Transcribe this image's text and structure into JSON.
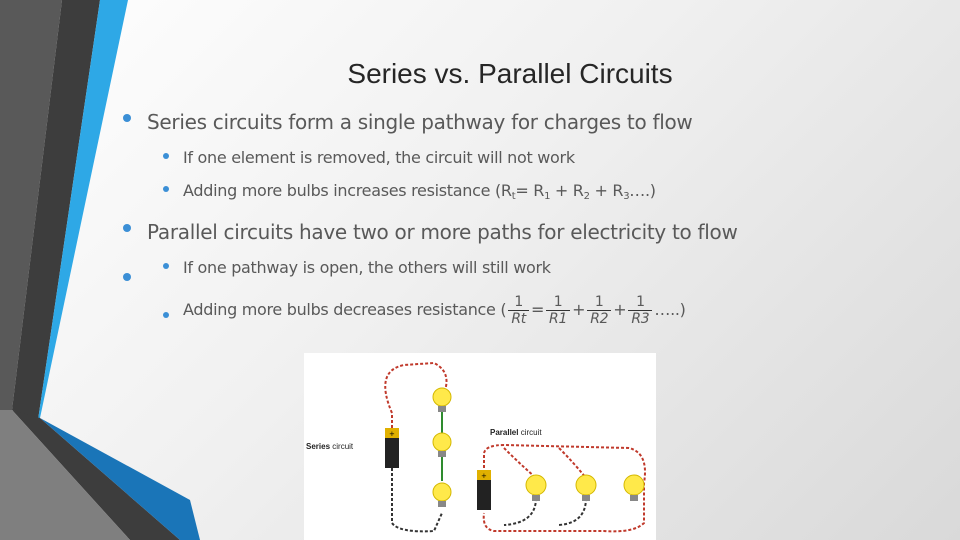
{
  "slide": {
    "title": "Series vs. Parallel Circuits",
    "bullets": {
      "series_main": "Series circuits form a single pathway for charges to flow",
      "series_sub1": "If one element is removed, the circuit will not work",
      "series_sub2_prefix": "Adding more bulbs increases resistance (R",
      "series_sub2_rt": "t",
      "series_sub2_mid1": "= R",
      "series_sub2_r1": "1",
      "series_sub2_mid2": " + R",
      "series_sub2_r2": "2",
      "series_sub2_mid3": " + R",
      "series_sub2_r3": "3",
      "series_sub2_suffix": "….)",
      "parallel_main": "Parallel circuits have two or more paths for electricity to flow",
      "parallel_sub1": "If one pathway is open, the others will still work",
      "parallel_sub2_prefix": "Adding more bulbs decreases resistance (",
      "frac_num": "1",
      "den_rt": "Rt",
      "den_r1": "R1",
      "den_r2": "R2",
      "den_r3": "R3",
      "eq": "=",
      "plus": "+",
      "parallel_sub2_suffix": "…..)"
    },
    "figure": {
      "series_label_bold": "Series",
      "series_label_rest": " circuit",
      "parallel_label_bold": "Parallel",
      "parallel_label_rest": " circuit",
      "battery_plus": "+"
    }
  },
  "colors": {
    "accent_blue": "#29a3e0",
    "dark_blue": "#1a75b8",
    "dark_gray": "#404040",
    "bulb": "#ffe94a",
    "wire_red": "#c0392b"
  }
}
